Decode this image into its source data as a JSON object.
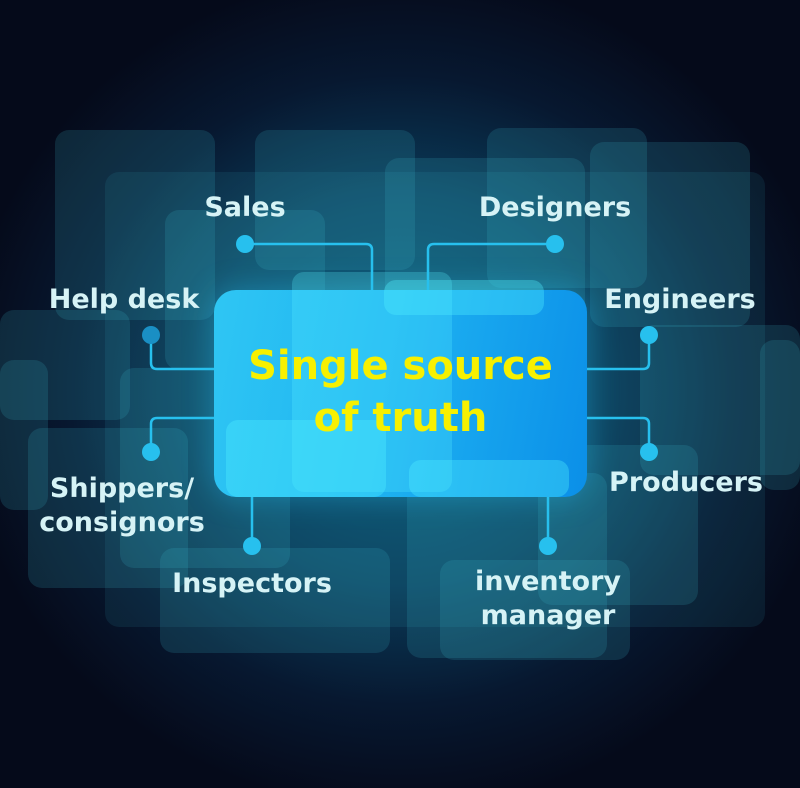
{
  "center": {
    "line1": "Single source",
    "line2": "of truth"
  },
  "nodes": {
    "sales": "Sales",
    "designers": "Designers",
    "help_desk": "Help desk",
    "engineers": "Engineers",
    "shippers_line1": "Shippers/",
    "shippers_line2": "consignors",
    "producers": "Producers",
    "inspectors": "Inspectors",
    "inventory_line1": "inventory",
    "inventory_line2": "manager"
  },
  "colors": {
    "title": "#f7f000",
    "label": "#d6f3f6",
    "wire": "#27c0ee",
    "core": "#1fb4f2"
  }
}
